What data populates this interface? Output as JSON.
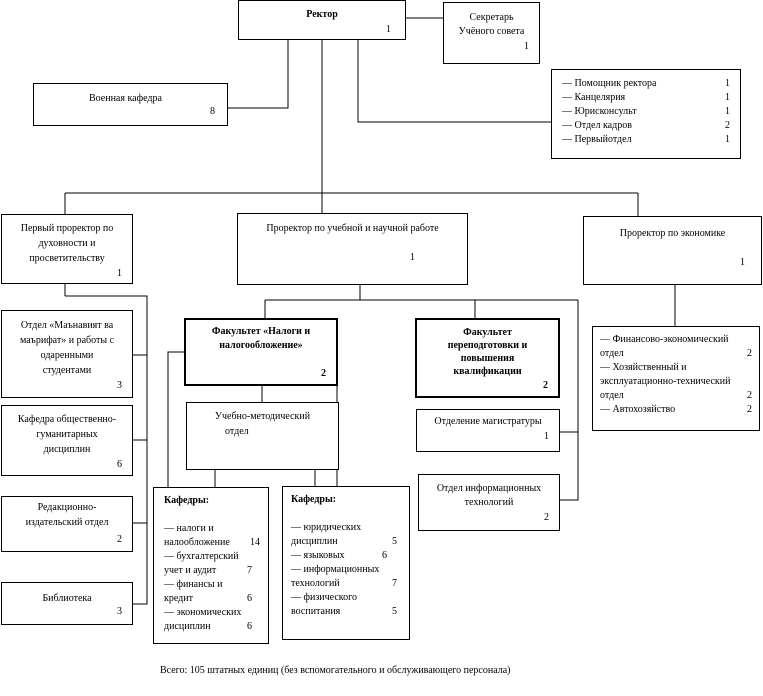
{
  "rector": {
    "title": "Ректор",
    "count": "1"
  },
  "secretary": {
    "line1": "Секретарь",
    "line2": "Учёного совета",
    "count": "1"
  },
  "military": {
    "title": "Военная кафедра",
    "count": "8"
  },
  "assistants": {
    "items": [
      {
        "label": "— Помощник ректора",
        "count": "1"
      },
      {
        "label": "— Канцелярия",
        "count": "1"
      },
      {
        "label": "— Юрисконсульт",
        "count": "1"
      },
      {
        "label": "— Отдел кадров",
        "count": "2"
      },
      {
        "label": "— Первыйотдел",
        "count": "1"
      }
    ]
  },
  "first_prorector": {
    "lines": [
      "Первый проректор по",
      "духовности и",
      "просветительству"
    ],
    "count": "1"
  },
  "study_prorector": {
    "title": "Проректор по учебной и научной работе",
    "count": "1"
  },
  "econ_prorector": {
    "title": "Проректор по экономике",
    "count": "1"
  },
  "left_column": [
    {
      "lines": [
        "Отдел «Маънавият ва",
        "маърифат» и работы с",
        "одаренными",
        "студентами"
      ],
      "count": "3"
    },
    {
      "lines": [
        "Кафедра общественно-",
        "гуманитарных",
        "дисциплин"
      ],
      "count": "6"
    },
    {
      "lines": [
        "Редакционно-",
        "издательский отдел"
      ],
      "count": "2"
    },
    {
      "lines": [
        "Библиотека"
      ],
      "count": "3"
    }
  ],
  "faculty_tax": {
    "lines": [
      "Факультет «Налоги и",
      "налогообложение»"
    ],
    "count": "2"
  },
  "faculty_retrain": {
    "lines": [
      "Факультет",
      "переподготовки и",
      "повышения",
      "квалификации"
    ],
    "count": "2"
  },
  "method_dept": {
    "lines": [
      "Учебно-методический",
      "отдел"
    ]
  },
  "masters": {
    "title": "Отделение магистратуры",
    "count": "1"
  },
  "it_dept": {
    "lines": [
      "Отдел информационных",
      "технологий"
    ],
    "count": "2"
  },
  "econ_depts": {
    "items": [
      {
        "lines": [
          "— Финансово-экономический",
          "отдел"
        ],
        "count": "2"
      },
      {
        "lines": [
          "— Хозяйственный и",
          "эксплуатационно-технический",
          "отдел"
        ],
        "count": "2"
      },
      {
        "lines": [
          "— Автохозяйство"
        ],
        "count": "2"
      }
    ]
  },
  "chairs_left": {
    "title": "Кафедры:",
    "items": [
      {
        "lines": [
          "— налоги и",
          "налообложение"
        ],
        "count": "14"
      },
      {
        "lines": [
          "— бухгалтерский",
          "учет и аудит"
        ],
        "count": "7"
      },
      {
        "lines": [
          "— финансы и",
          "кредит"
        ],
        "count": "6"
      },
      {
        "lines": [
          "— экономических",
          "дисциплин"
        ],
        "count": "6"
      }
    ]
  },
  "chairs_right": {
    "title": "Кафедры:",
    "items": [
      {
        "lines": [
          "— юридических",
          "дисциплин"
        ],
        "count": "5"
      },
      {
        "lines": [
          "— языковых"
        ],
        "count": "6"
      },
      {
        "lines": [
          "— информационных",
          "технологий"
        ],
        "count": "7"
      },
      {
        "lines": [
          "— физического",
          "воспитания"
        ],
        "count": "5"
      }
    ]
  },
  "footer": "Всего: 105 штатных единиц (без вспомогательного и обслуживающего персонала)"
}
